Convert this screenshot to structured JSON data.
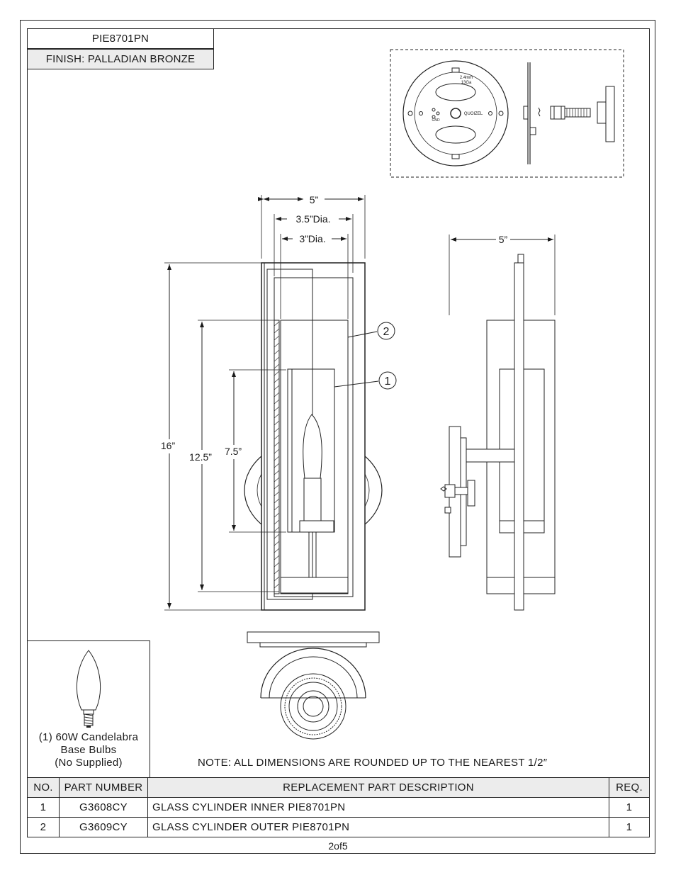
{
  "header": {
    "model": "PIE8701PN",
    "finish": "FINISH:  PALLADIAN BRONZE"
  },
  "mounting_plate": {
    "gauge_top": "2.4mm",
    "gauge_bottom": "13Ga",
    "brand": "QUOIZEL",
    "gnd": "GND"
  },
  "dimensions": {
    "front_width": "5”",
    "outer_dia": "3.5”Dia.",
    "inner_dia": "3”Dia.",
    "side_width": "5”",
    "height_total": "16”",
    "height_outer_glass": "12.5”",
    "height_inner_glass": "7.5”"
  },
  "callouts": {
    "inner": "1",
    "outer": "2"
  },
  "bulb": {
    "caption_line1": "(1) 60W Candelabra",
    "caption_line2": "Base Bulbs",
    "caption_line3": "(No Supplied)"
  },
  "note": "NOTE:  ALL DIMENSIONS ARE ROUNDED UP TO THE NEAREST  1/2″",
  "parts_table": {
    "headers": {
      "no": "NO.",
      "part_number": "PART NUMBER",
      "description": "REPLACEMENT PART DESCRIPTION",
      "req": "REQ."
    },
    "rows": [
      {
        "no": "1",
        "part_number": "G3608CY",
        "description": "GLASS CYLINDER INNER PIE8701PN",
        "req": "1"
      },
      {
        "no": "2",
        "part_number": "G3609CY",
        "description": "GLASS CYLINDER OUTER PIE8701PN",
        "req": "1"
      }
    ]
  },
  "page": "2of5"
}
